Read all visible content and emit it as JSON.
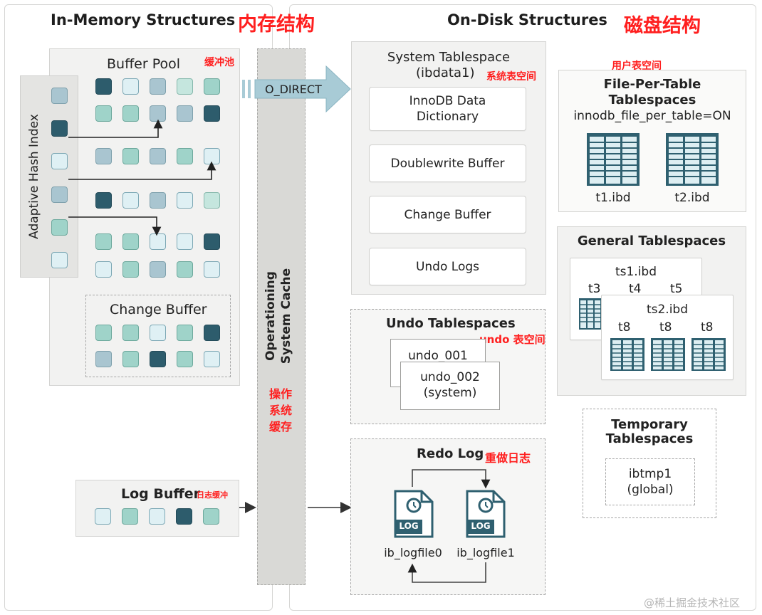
{
  "header": {
    "in_memory_title": "In-Memory Structures",
    "in_memory_cn": "内存结构",
    "on_disk_title": "On-Disk Structures",
    "on_disk_cn": "磁盘结构"
  },
  "memory": {
    "buffer_pool": {
      "title": "Buffer Pool",
      "cn": "缓冲池"
    },
    "adaptive_hash_index": {
      "title": "Adaptive Hash Index"
    },
    "change_buffer": {
      "title": "Change Buffer"
    },
    "log_buffer": {
      "title": "Log Buffer",
      "cn": "日志缓冲"
    }
  },
  "os_cache": {
    "title_line1": "Operationing",
    "title_line2": "System Cache",
    "cn_line1": "操作",
    "cn_line2": "系统",
    "cn_line3": "缓存",
    "o_direct": "O_DIRECT"
  },
  "disk": {
    "system_tablespace": {
      "title_line1": "System Tablespace",
      "title_line2": "(ibdata1)",
      "cn": "系统表空间",
      "items": [
        "InnoDB Data\nDictionary",
        "Doublewrite Buffer",
        "Change Buffer",
        "Undo Logs"
      ]
    },
    "file_per_table": {
      "cn": "用户表空间",
      "title_line1": "File-Per-Table",
      "title_line2": "Tablespaces",
      "setting": "innodb_file_per_table=ON",
      "files": [
        "t1.ibd",
        "t2.ibd"
      ]
    },
    "general": {
      "title": "General Tablespaces",
      "ts1": "ts1.ibd",
      "ts1_tables": [
        "t3",
        "t4",
        "t5"
      ],
      "ts2": "ts2.ibd",
      "ts2_tables": [
        "t8",
        "t8",
        "t8"
      ]
    },
    "undo": {
      "title": "Undo Tablespaces",
      "cn": "undo 表空间",
      "file1": "undo_001",
      "file2_line1": "undo_002",
      "file2_line2": "(system)"
    },
    "temporary": {
      "title_line1": "Temporary",
      "title_line2": "Tablespaces",
      "file_line1": "ibtmp1",
      "file_line2": "(global)"
    },
    "redo": {
      "title": "Redo Log",
      "cn": "重做日志",
      "icon_label": "LOG",
      "files": [
        "ib_logfile0",
        "ib_logfile1"
      ]
    }
  },
  "watermark": "@稀土掘金技术社区",
  "colors": {
    "accent_red": "#ff1f1f",
    "dark_page": "#2d5c6c",
    "teal_page": "#9fd3c9",
    "arrow_fill": "#a8cbd6"
  }
}
